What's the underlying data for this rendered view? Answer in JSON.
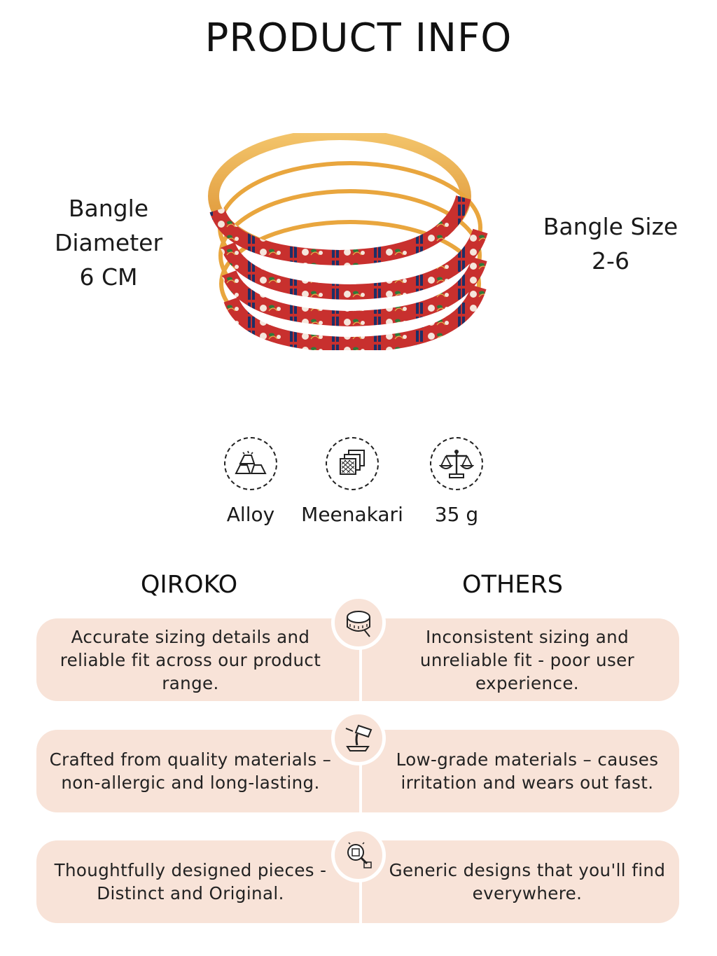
{
  "header": {
    "title": "PRODUCT INFO"
  },
  "specs": {
    "diameter": {
      "line1": "Bangle",
      "line2": "Diameter",
      "line3": "6 CM"
    },
    "size": {
      "line1": "Bangle Size",
      "line2": "2-6"
    }
  },
  "features": [
    {
      "label": "Alloy",
      "icon": "gold-bars-icon"
    },
    {
      "label": "Meenakari",
      "icon": "fabric-layers-icon"
    },
    {
      "label": "35 g",
      "icon": "balance-scale-icon"
    }
  ],
  "comparison": {
    "left_heading": "QIROKO",
    "right_heading": "OTHERS",
    "rows": [
      {
        "icon": "measuring-tape-icon",
        "left": "Accurate sizing details and reliable fit across our product range.",
        "right": "Inconsistent sizing and unreliable fit - poor user experience."
      },
      {
        "icon": "molten-metal-pour-icon",
        "left": "Crafted from quality materials – non-allergic and long-lasting.",
        "right": "Low-grade materials – causes irritation and wears out fast."
      },
      {
        "icon": "magnifier-design-icon",
        "left": "Thoughtfully designed pieces - Distinct and Original.",
        "right": "Generic designs that you'll find everywhere."
      }
    ]
  },
  "colors": {
    "row_background": "#f8e3d8",
    "bangle_red": "#c8302e",
    "bangle_gold": "#e9a63e"
  }
}
